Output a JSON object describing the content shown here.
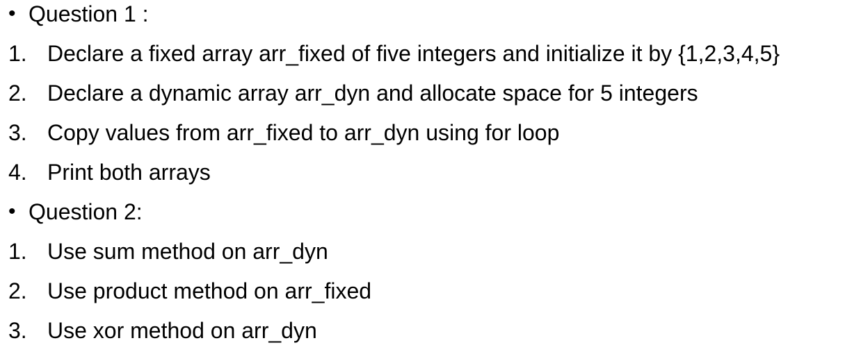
{
  "sections": [
    {
      "bullet": "•",
      "heading": "Question 1 :",
      "items": [
        {
          "num": "1.",
          "text": "Declare a fixed array arr_fixed of five integers and initialize it by {1,2,3,4,5}"
        },
        {
          "num": "2.",
          "text": "Declare a dynamic array arr_dyn and allocate space for 5 integers"
        },
        {
          "num": "3.",
          "text": "Copy values from arr_fixed to arr_dyn using for loop"
        },
        {
          "num": "4.",
          "text": "Print both arrays"
        }
      ]
    },
    {
      "bullet": "•",
      "heading": "Question 2:",
      "items": [
        {
          "num": "1.",
          "text": "Use sum method on arr_dyn"
        },
        {
          "num": "2.",
          "text": "Use product method on arr_fixed"
        },
        {
          "num": "3.",
          "text": "Use xor method on arr_dyn"
        }
      ]
    }
  ]
}
